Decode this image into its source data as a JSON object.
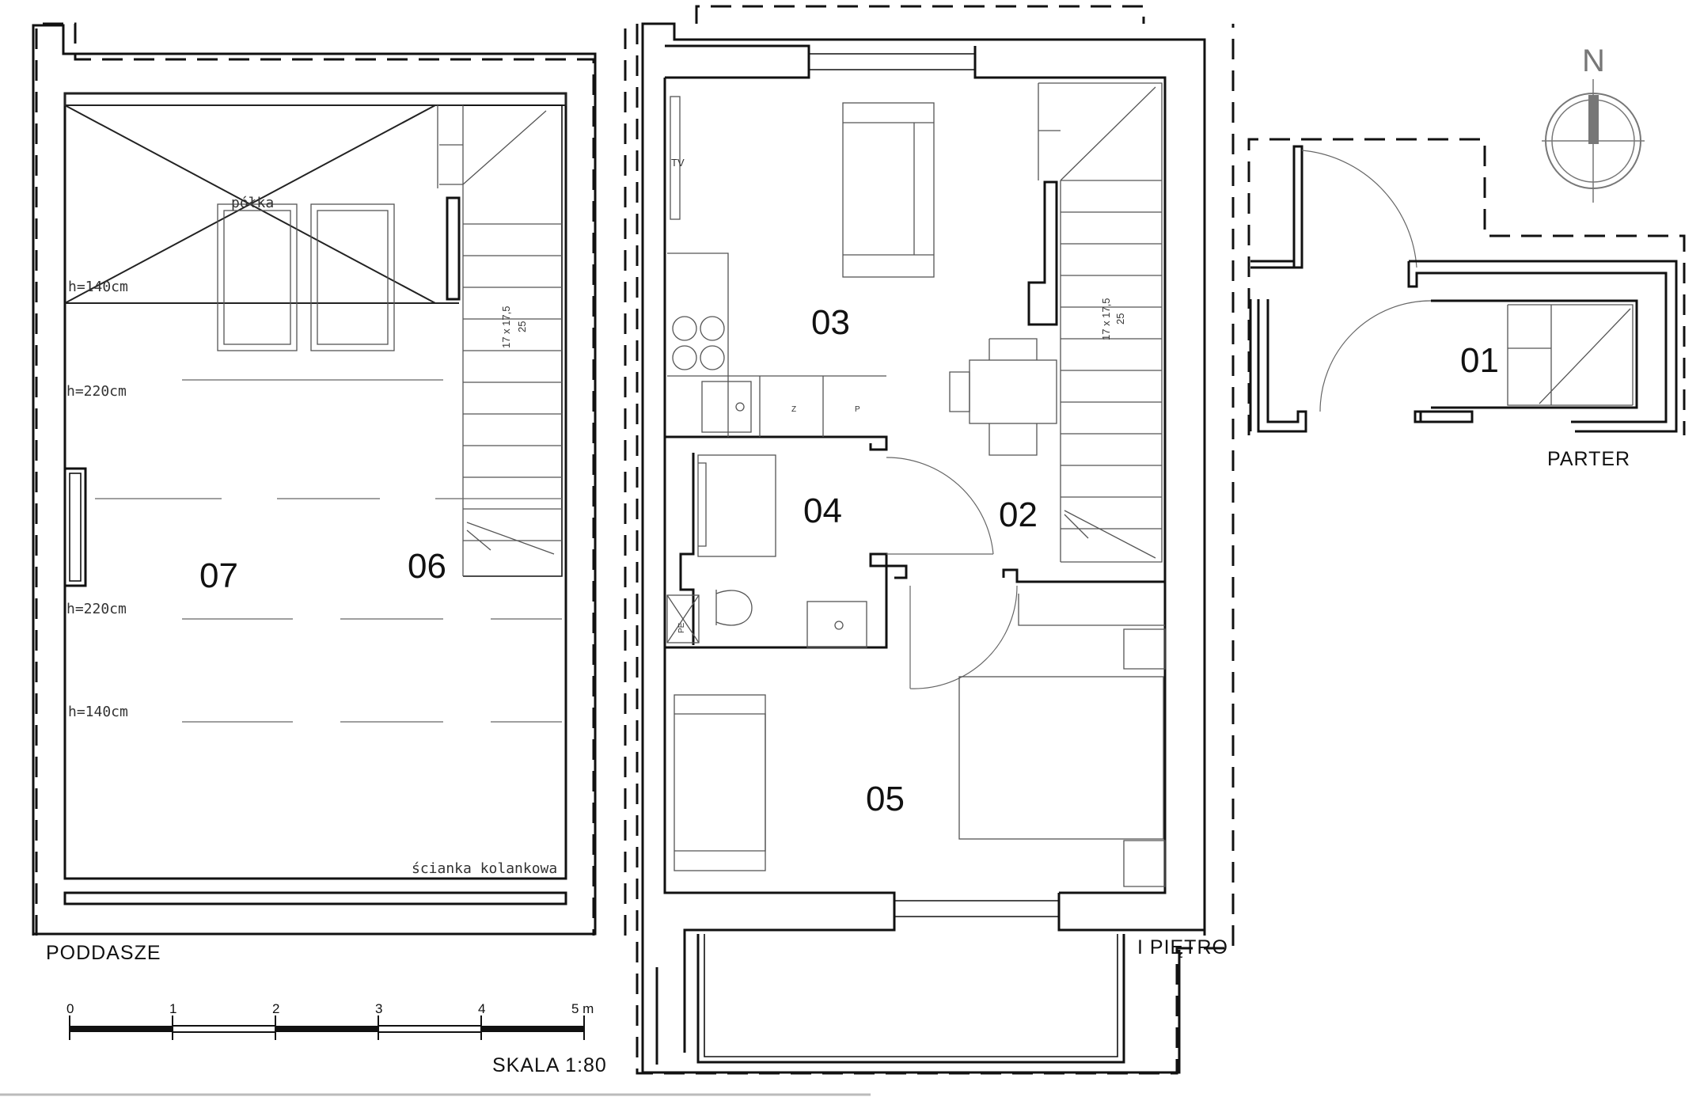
{
  "floors": {
    "attic_label": "PODDASZE",
    "first_floor_label": "I PIĘTRO",
    "ground_floor_label": "PARTER"
  },
  "rooms": {
    "r01": "01",
    "r02": "02",
    "r03": "03",
    "r04": "04",
    "r05": "05",
    "r06": "06",
    "r07": "07"
  },
  "attic": {
    "heights": [
      "h=140cm",
      "h=220cm",
      "h=220cm",
      "h=140cm"
    ],
    "shelf_label": "półka",
    "knee_wall_label": "ścianka kolankowa",
    "stair_spec_top": "17 x 17,5",
    "stair_spec_bottom": "25"
  },
  "first_floor": {
    "stair_spec_top": "17 x 17,5",
    "stair_spec_bottom": "25",
    "tv_label": "TV",
    "fridge_label": "P",
    "dishwasher_label": "Z",
    "pe_label": "PE"
  },
  "compass": {
    "north_label": "N"
  },
  "scale": {
    "ticks": [
      "0",
      "1",
      "2",
      "3",
      "4",
      "5 m"
    ],
    "label": "SKALA 1:80"
  },
  "colors": {
    "walls": "#111111",
    "furniture": "#555555",
    "compass": "#777777"
  }
}
